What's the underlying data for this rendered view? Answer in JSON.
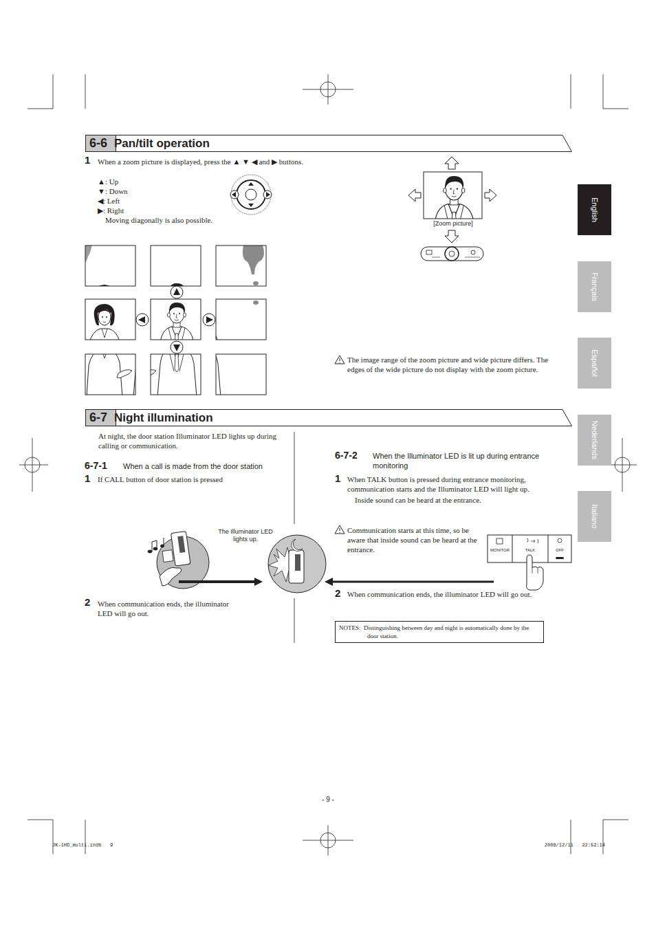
{
  "diagram": {
    "nodes": [
      {
        "text": [
          "6-6",
          "Pan/tilt operation"
        ]
      },
      {
        "text": [
          "6-7",
          "Night illumination"
        ]
      },
      {
        "text": [
          "NOTES:  Distinguishing between day and night is automatically done by the door station."
        ]
      },
      {
        "text": [
          "English"
        ]
      },
      {
        "text": [
          "Français"
        ]
      },
      {
        "text": [
          "Español"
        ]
      },
      {
        "text": [
          "Nederlands"
        ]
      },
      {
        "text": [
          "Italiano"
        ]
      }
    ],
    "labels": [
      "1",
      "When a zoom picture is displayed, press the ▲ ▼ ◀ and ▶ buttons.",
      "▲: Up",
      "▼: Down",
      "◀: Left",
      "▶: Right",
      "Moving diagonally is also possible.",
      "[Zoom picture]",
      "The image range of the zoom picture and wide picture differs. The edges of the wide picture do not display with the zoom picture.",
      "At night, the door station Illuminator LED lights up during calling or communication.",
      "6-7-1",
      "When a call is made from the door station",
      "1",
      "If CALL button of door station is pressed",
      "The Illuminator LED lights up.",
      "2",
      "When communication ends, the illuminator LED will go out.",
      "6-7-2",
      "When the Illuminator LED is lit up during entrance monitoring",
      "1",
      "When TALK button is pressed during entrance monitoring, communication starts and the Illuminator LED will light up.",
      "Inside sound can be heard at the entrance.",
      "Communication starts at this time, so be aware that inside sound can be heard at the entrance.",
      "MONITOR",
      "TALK",
      "OFF",
      "2",
      "When communication ends, the illuminator LED will go out.",
      "- 9 -",
      "JK-1HD_multi.indb   9",
      "2008/12/11   22:52:14"
    ]
  }
}
